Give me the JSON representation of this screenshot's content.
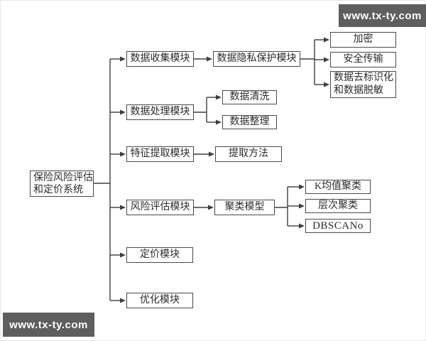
{
  "watermarks": {
    "top_right": "www.tx-ty.com",
    "bottom_left": "www.tx-ty.com"
  },
  "colors": {
    "background": "#ffffff",
    "line": "#3f3f3f",
    "box_border": "#4a4a4a",
    "text": "#2b2b2b",
    "watermark_bg": "#5e5e5e",
    "watermark_text": "#ffffff"
  },
  "diagram": {
    "root": {
      "line1": "保险风险评估",
      "line2": "和定价系统"
    },
    "branches": [
      {
        "label": "数据收集模块",
        "children": [
          {
            "label": "数据隐私保护模块",
            "children": [
              {
                "label": "加密"
              },
              {
                "label": "安全传输"
              },
              {
                "line1": "数据去标识化",
                "line2": "和数据脱敏"
              }
            ]
          }
        ]
      },
      {
        "label": "数据处理模块",
        "children": [
          {
            "label": "数据清洗"
          },
          {
            "label": "数据整理"
          }
        ]
      },
      {
        "label": "特征提取模块",
        "children": [
          {
            "label": "提取方法"
          }
        ]
      },
      {
        "label": "风险评估模块",
        "children": [
          {
            "label": "聚类模型",
            "children": [
              {
                "label": "K均值聚类"
              },
              {
                "label": "层次聚类"
              },
              {
                "label": "DBSCANo"
              }
            ]
          }
        ]
      },
      {
        "label": "定价模块"
      },
      {
        "label": "优化模块"
      }
    ]
  }
}
